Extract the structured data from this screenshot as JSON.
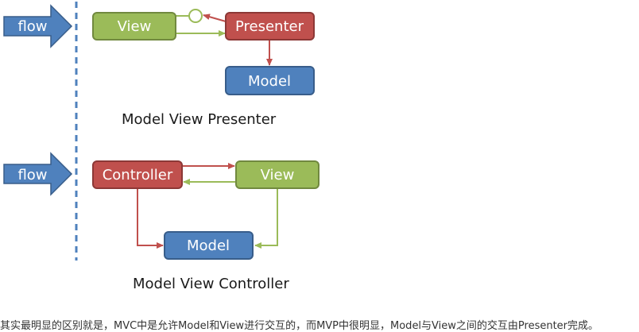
{
  "colors": {
    "flow": "#4F81BD",
    "view": "#9BBB59",
    "presenter": "#C0504D",
    "model": "#4F81BD",
    "controller": "#C0504D",
    "divider": "#4F81BD"
  },
  "mvp": {
    "flow_label": "flow",
    "view_label": "View",
    "presenter_label": "Presenter",
    "model_label": "Model",
    "caption": "Model View Presenter"
  },
  "mvc": {
    "flow_label": "flow",
    "controller_label": "Controller",
    "view_label": "View",
    "model_label": "Model",
    "caption": "Model View Controller"
  },
  "footnote": "其实最明显的区别就是，MVC中是允许Model和View进行交互的，而MVP中很明显，Model与View之间的交互由Presenter完成。"
}
